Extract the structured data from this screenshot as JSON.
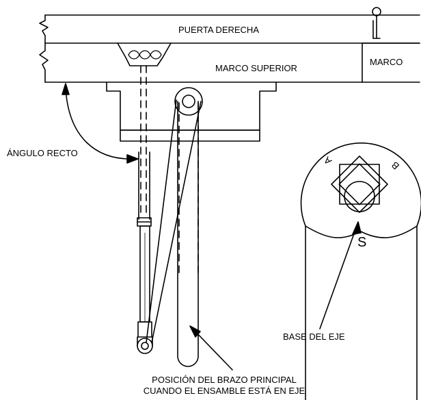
{
  "labels": {
    "puerta_derecha": "PUERTA DERECHA",
    "marco_superior": "MARCO SUPERIOR",
    "marco": "MARCO",
    "angulo_recto": "ÁNGULO RECTO",
    "base_del_eje": "BASE DEL EJE",
    "posicion_line1": "POSICIÓN DEL BRAZO PRINCIPAL",
    "posicion_line2": "CUANDO EL ENSAMBLE ESTÁ EN EJE",
    "letter_a": "A",
    "letter_b": "B",
    "letter_s": "S"
  },
  "colors": {
    "ink": "#000000",
    "paper": "#ffffff"
  }
}
